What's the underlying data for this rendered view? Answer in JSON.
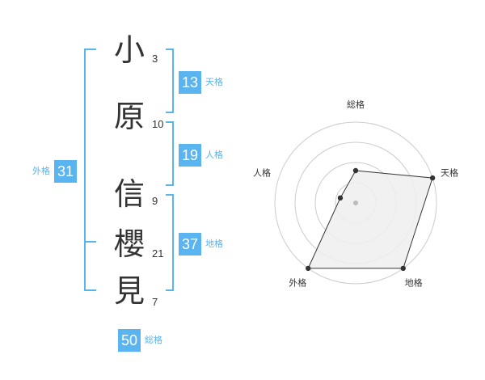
{
  "name_chars": [
    {
      "char": "小",
      "strokes": "3"
    },
    {
      "char": "原",
      "strokes": "10"
    },
    {
      "char": "信",
      "strokes": "9"
    },
    {
      "char": "櫻",
      "strokes": "21"
    },
    {
      "char": "見",
      "strokes": "7"
    }
  ],
  "kaku": {
    "tenkaku": {
      "value": "13",
      "label": "天格"
    },
    "jinkaku": {
      "value": "19",
      "label": "人格"
    },
    "chikaku": {
      "value": "37",
      "label": "地格"
    },
    "gaikaku": {
      "value": "31",
      "label": "外格"
    },
    "soukaku": {
      "value": "50",
      "label": "総格"
    }
  },
  "colors": {
    "accent": "#5ab4ef",
    "polygon_fill": "#eeeeee",
    "ring": "#cccccc",
    "text": "#333333"
  },
  "chart_data": {
    "type": "radar",
    "axes": [
      "総格",
      "天格",
      "地格",
      "外格",
      "人格"
    ],
    "values": [
      2,
      5,
      5,
      5,
      1
    ],
    "rmax": 5,
    "rings": 4
  }
}
